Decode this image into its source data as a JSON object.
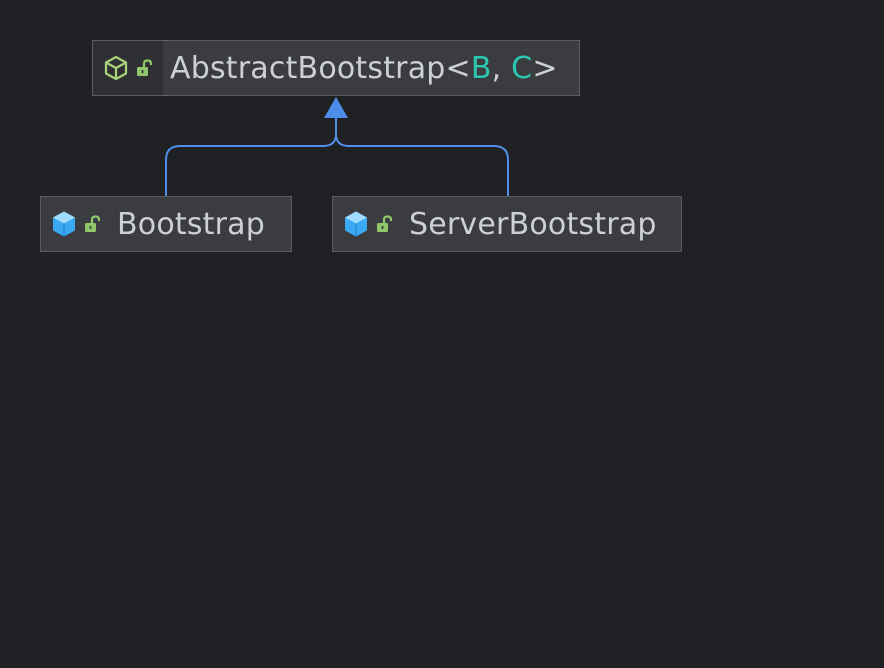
{
  "diagram": {
    "nodes": [
      {
        "id": "abstract",
        "name": "AbstractBootstrap",
        "type_params_open": "<",
        "type_params": [
          "B",
          "C"
        ],
        "type_params_sep": ", ",
        "type_params_close": ">",
        "kind_icon": "abstract-class-icon",
        "visibility_icon": "public-lock-icon"
      },
      {
        "id": "bootstrap",
        "name": "Bootstrap",
        "kind_icon": "class-icon",
        "visibility_icon": "public-lock-icon"
      },
      {
        "id": "server",
        "name": "ServerBootstrap",
        "kind_icon": "class-icon",
        "visibility_icon": "public-lock-icon"
      }
    ],
    "edges": [
      {
        "from": "bootstrap",
        "to": "abstract",
        "kind": "extends"
      },
      {
        "from": "server",
        "to": "abstract",
        "kind": "extends"
      }
    ],
    "colors": {
      "background": "#1f2024",
      "node_fill": "#3b3c3f",
      "node_border": "#5d5e61",
      "text": "#cdd0d5",
      "type_param": "#2cc7b0",
      "edge": "#4f8ee8",
      "class_icon": "#3aa9f4",
      "abstract_icon": "#a9d27b",
      "lock_icon": "#8fc86b"
    }
  }
}
